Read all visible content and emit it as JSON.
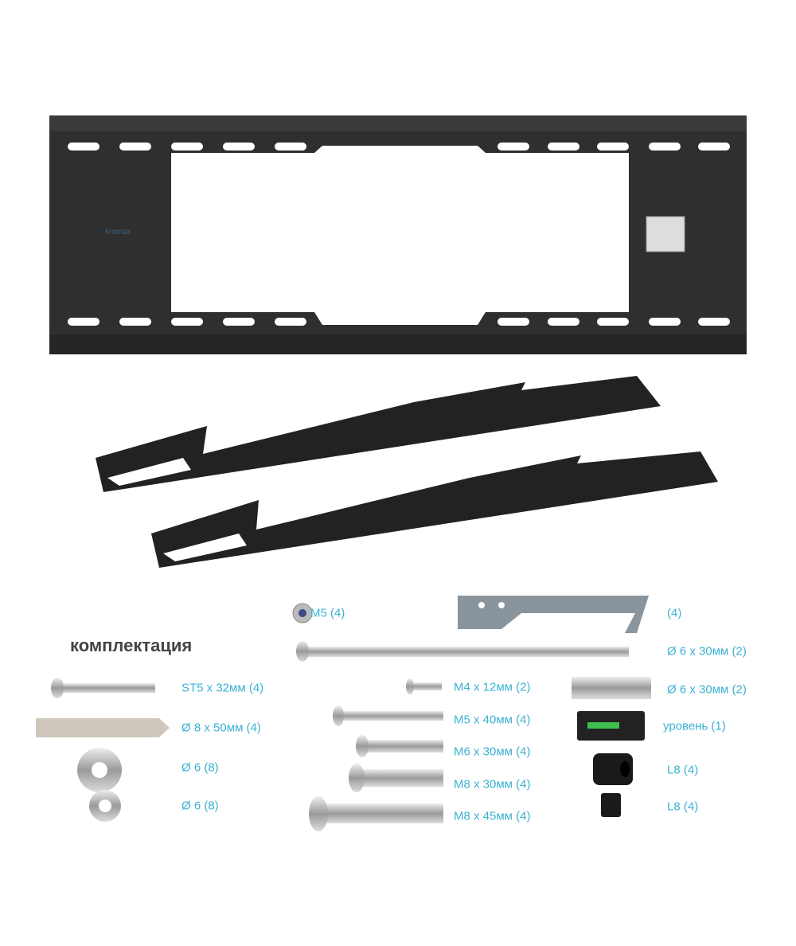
{
  "brand_logo": "kromax",
  "section_title": "комплектация",
  "colors": {
    "label": "#3cb2d2",
    "plate": "#2e2e2e"
  },
  "left_parts": [
    {
      "label": "ST5 x 32мм (4)",
      "icon": "wood-screw-icon"
    },
    {
      "label": "Ø 8 x 50мм (4)",
      "icon": "wall-plug-icon"
    },
    {
      "label": "Ø 6 (8)",
      "icon": "large-washer-icon"
    },
    {
      "label": "Ø 6 (8)",
      "icon": "small-washer-icon"
    }
  ],
  "middle_parts": [
    {
      "label": "M5 (4)",
      "icon": "lock-nut-icon"
    },
    {
      "label": "M4 x 12мм (2)",
      "icon": "bolt-icon"
    },
    {
      "label": "M5 x 40мм (4)",
      "icon": "bolt-icon"
    },
    {
      "label": "M6 x 30мм (4)",
      "icon": "bolt-icon"
    },
    {
      "label": "M8 x 30мм (4)",
      "icon": "bolt-icon"
    },
    {
      "label": "M8 x 45мм (4)",
      "icon": "bolt-icon"
    }
  ],
  "right_parts": [
    {
      "label": "(4)",
      "icon": "hook-plate-icon"
    },
    {
      "label": "Ø 6 x 30мм (2)",
      "icon": "long-bolt-icon"
    },
    {
      "label": "Ø 6 x 30мм (2)",
      "icon": "sleeve-icon"
    },
    {
      "label": "уровень (1)",
      "icon": "spirit-level-icon"
    },
    {
      "label": "L8 (4)",
      "icon": "large-spacer-icon"
    },
    {
      "label": "L8 (4)",
      "icon": "small-spacer-icon"
    }
  ]
}
